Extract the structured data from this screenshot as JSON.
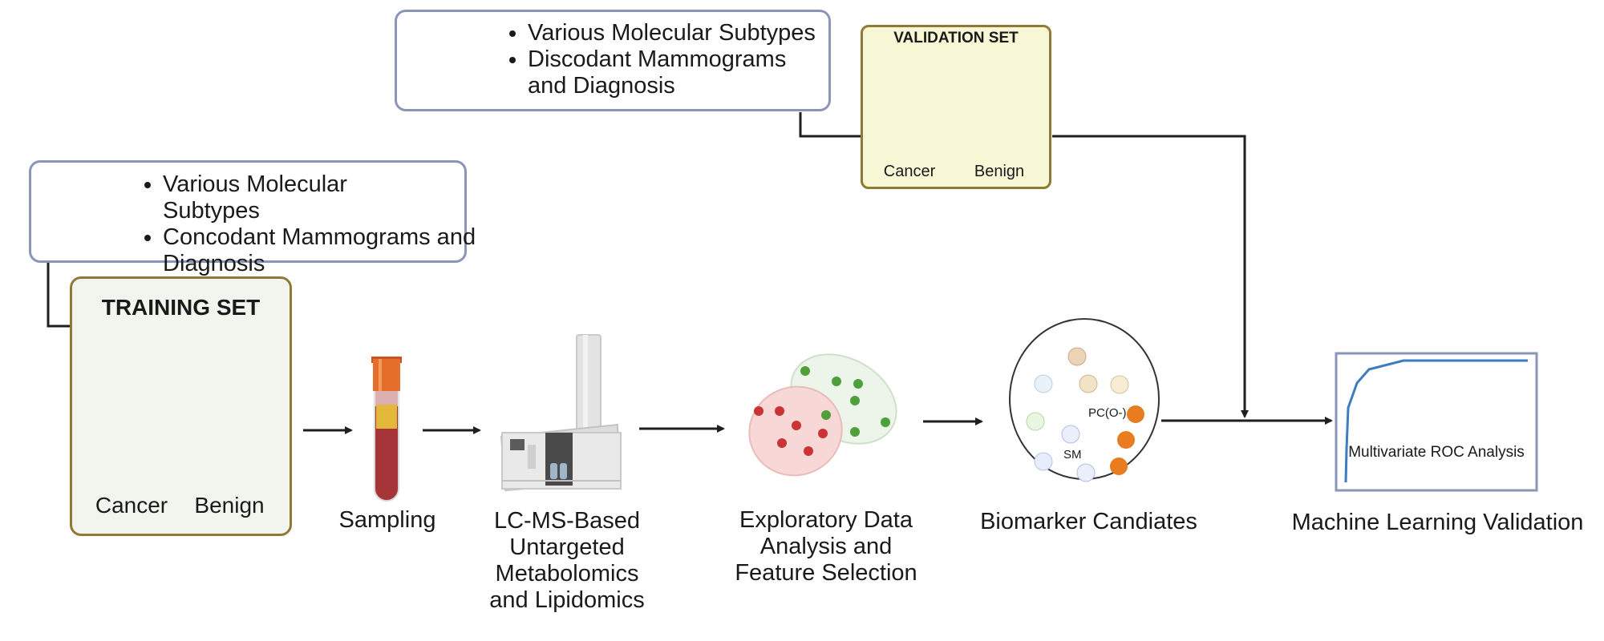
{
  "validation_set": {
    "title": "VALIDATION SET",
    "cancer_label": "Cancer",
    "benign_label": "Benign",
    "notes": [
      "Various Molecular Subtypes",
      "Discodant Mammograms and Diagnosis"
    ]
  },
  "training_set": {
    "title": "TRAINING SET",
    "cancer_label": "Cancer",
    "benign_label": "Benign",
    "notes": [
      "Various Molecular Subtypes",
      "Concodant Mammograms and Diagnosis"
    ]
  },
  "steps": {
    "sampling": "Sampling",
    "lcms_line1": "LC-MS-Based",
    "lcms_line2": "Untargeted",
    "lcms_line3": "Metabolomics",
    "lcms_line4": "and Lipidomics",
    "eda_line1": "Exploratory Data",
    "eda_line2": "Analysis and",
    "eda_line3": "Feature Selection",
    "biomarker": "Biomarker Candiates",
    "ml": "Machine Learning Validation"
  },
  "biomarker_plate": {
    "label_pc": "PC(O-)",
    "label_sm": "SM"
  },
  "roc_panel": {
    "label": "Multivariate ROC Analysis"
  },
  "colors": {
    "cancer": "#a4568f",
    "benign": "#345c74",
    "arrow": "#1f1f1f",
    "info_border": "#8a95b8",
    "set_border": "#8f7a35"
  }
}
